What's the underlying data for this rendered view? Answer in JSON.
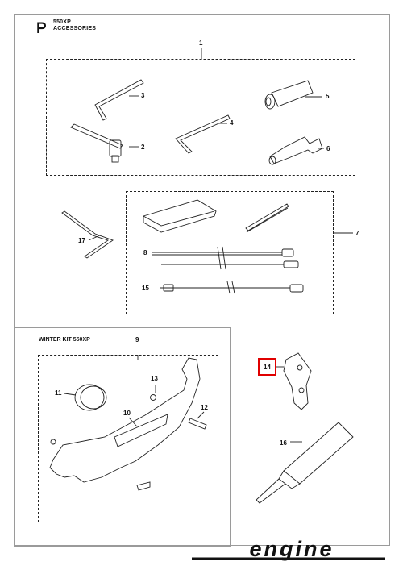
{
  "header": {
    "section_letter": "P",
    "model": "550XP",
    "title": "ACCESSORIES"
  },
  "winter_kit": {
    "title": "WINTER KIT 550XP"
  },
  "callouts": {
    "c1": "1",
    "c2": "2",
    "c3": "3",
    "c4": "4",
    "c5": "5",
    "c6": "6",
    "c7": "7",
    "c8": "8",
    "c9": "9",
    "c10": "10",
    "c11": "11",
    "c12": "12",
    "c13": "13",
    "c14": "14",
    "c15": "15",
    "c16": "16",
    "c17": "17"
  },
  "highlight_color": "#e00000",
  "brand": {
    "logo_text": "ENGINE"
  }
}
